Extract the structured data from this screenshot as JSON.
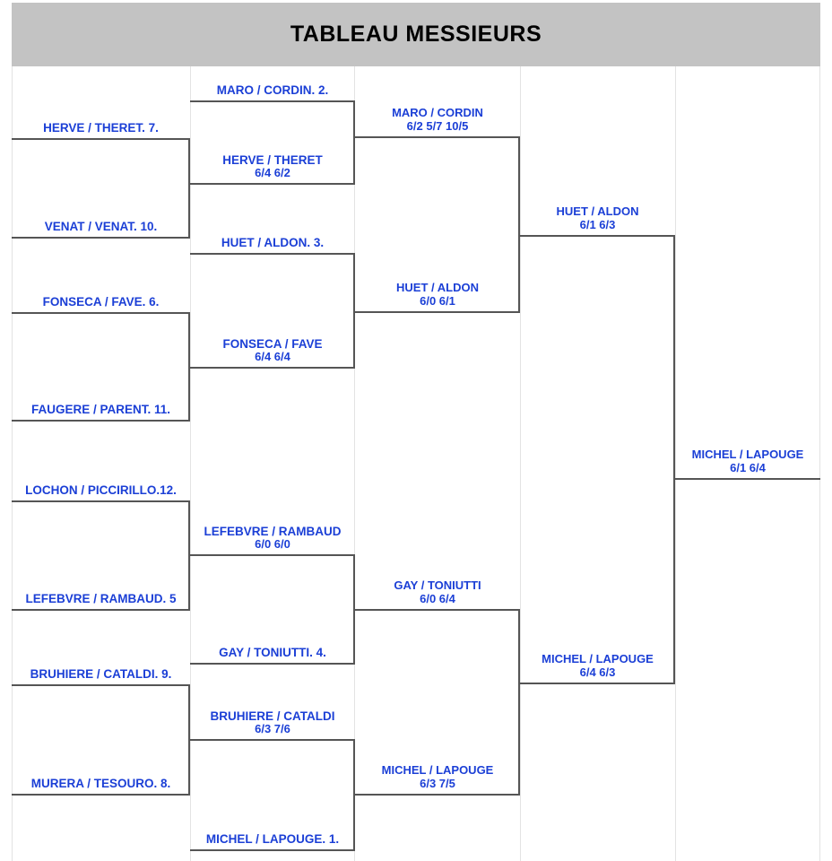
{
  "header": {
    "title": "TABLEAU MESSIEURS"
  },
  "colors": {
    "header_bg": "#c3c3c3",
    "text_blue": "#1b3fd6",
    "line": "#555555",
    "separator": "#e3e3e3",
    "background": "#ffffff"
  },
  "bracket": {
    "rounds": [
      {
        "name": "round-1",
        "slots": [
          {
            "name": "HERVE / THERET. 7.",
            "score": ""
          },
          {
            "name": "VENAT / VENAT. 10.",
            "score": ""
          },
          {
            "name": "FONSECA / FAVE. 6.",
            "score": ""
          },
          {
            "name": "FAUGERE / PARENT. 11.",
            "score": ""
          },
          {
            "name": "LOCHON / PICCIRILLO.12.",
            "score": ""
          },
          {
            "name": "LEFEBVRE / RAMBAUD. 5",
            "score": ""
          },
          {
            "name": "BRUHIERE / CATALDI. 9.",
            "score": ""
          },
          {
            "name": "MURERA / TESOURO. 8.",
            "score": ""
          }
        ]
      },
      {
        "name": "round-2",
        "slots": [
          {
            "name": "MARO / CORDIN. 2.",
            "score": ""
          },
          {
            "name": "HERVE / THERET",
            "score": "6/4 6/2"
          },
          {
            "name": "HUET / ALDON. 3.",
            "score": ""
          },
          {
            "name": "FONSECA / FAVE",
            "score": "6/4 6/4"
          },
          {
            "name": "LEFEBVRE / RAMBAUD",
            "score": "6/0 6/0"
          },
          {
            "name": "GAY / TONIUTTI. 4.",
            "score": ""
          },
          {
            "name": "BRUHIERE / CATALDI",
            "score": "6/3 7/6"
          },
          {
            "name": "MICHEL / LAPOUGE. 1.",
            "score": ""
          }
        ]
      },
      {
        "name": "quarter-finals",
        "slots": [
          {
            "name": "MARO / CORDIN",
            "score": "6/2 5/7 10/5"
          },
          {
            "name": "HUET / ALDON",
            "score": "6/0 6/1"
          },
          {
            "name": "GAY / TONIUTTI",
            "score": "6/0 6/4"
          },
          {
            "name": "MICHEL / LAPOUGE",
            "score": "6/3 7/5"
          }
        ]
      },
      {
        "name": "semi-finals",
        "slots": [
          {
            "name": "HUET / ALDON",
            "score": "6/1 6/3"
          },
          {
            "name": "MICHEL / LAPOUGE",
            "score": "6/4 6/3"
          }
        ]
      },
      {
        "name": "final",
        "slots": [
          {
            "name": "MICHEL / LAPOUGE",
            "score": "6/1 6/4"
          }
        ]
      }
    ]
  }
}
